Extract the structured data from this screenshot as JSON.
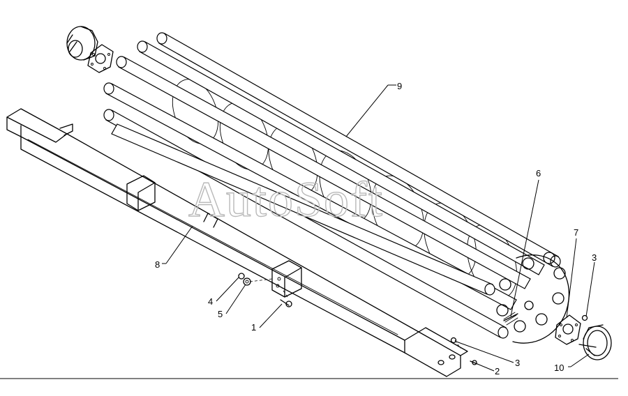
{
  "watermark": "AutoSoft",
  "callouts": {
    "c1": "1",
    "c2": "2",
    "c3a": "3",
    "c3b": "3",
    "c4": "4",
    "c5": "5",
    "c6": "6",
    "c7": "7",
    "c8": "8",
    "c9": "9",
    "c10": "10"
  }
}
